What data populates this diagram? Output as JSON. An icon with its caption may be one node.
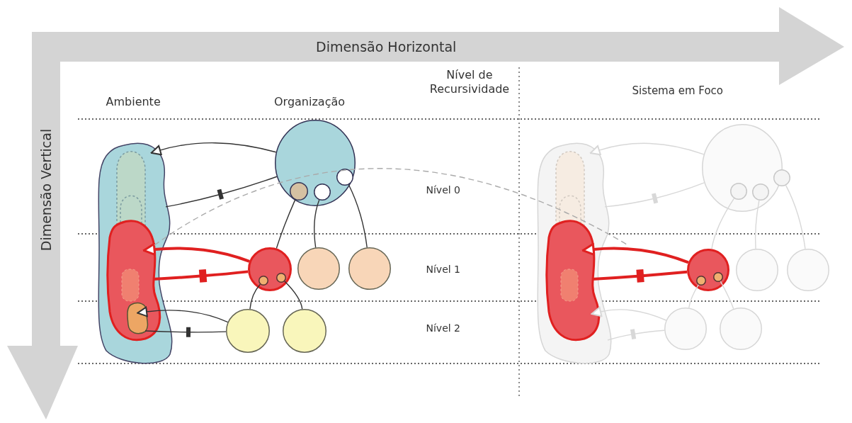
{
  "diagram": {
    "nodes": [
      {
        "text": [],
        "shape": "blob"
      },
      {
        "text": [],
        "shape": "blob",
        "in": 0
      },
      {
        "text": [],
        "shape": "blob",
        "in": 1
      },
      {
        "text": [],
        "shape": "circle"
      },
      {
        "text": [],
        "shape": "circle",
        "in": 3
      },
      {
        "text": [],
        "shape": "circle",
        "in": 3
      },
      {
        "text": [],
        "shape": "circle",
        "in": 3
      },
      {
        "text": [],
        "shape": "circle"
      },
      {
        "text": [],
        "shape": "circle",
        "in": 7
      },
      {
        "text": [],
        "shape": "circle",
        "in": 7
      },
      {
        "text": [],
        "shape": "circle"
      },
      {
        "text": [],
        "shape": "circle"
      },
      {
        "text": [],
        "shape": "circle"
      },
      {
        "text": [],
        "shape": "circle"
      },
      {
        "text": [],
        "shape": "blob"
      },
      {
        "text": [],
        "shape": "blob",
        "in": 14
      },
      {
        "text": [],
        "shape": "circle"
      },
      {
        "text": [],
        "shape": "circle",
        "in": 16
      },
      {
        "text": [],
        "shape": "circle",
        "in": 16
      },
      {
        "text": [],
        "shape": "circle",
        "in": 16
      },
      {
        "text": [],
        "shape": "circle"
      },
      {
        "text": [],
        "shape": "circle",
        "in": 20
      },
      {
        "text": [],
        "shape": "circle",
        "in": 20
      },
      {
        "text": [],
        "shape": "circle"
      },
      {
        "text": [],
        "shape": "circle"
      },
      {
        "text": [],
        "shape": "circle"
      },
      {
        "text": [],
        "shape": "circle"
      }
    ],
    "edges": [
      {
        "from": 3,
        "to": 0,
        "arrow": "to"
      },
      {
        "from": 3,
        "to": 0,
        "arrow": "none"
      },
      {
        "from": 4,
        "to": 7,
        "arrow": "none"
      },
      {
        "from": 5,
        "to": 10,
        "arrow": "none"
      },
      {
        "from": 6,
        "to": 11,
        "arrow": "none"
      },
      {
        "from": 7,
        "to": 1,
        "arrow": "to",
        "style": "thick",
        "color": "#e02020"
      },
      {
        "from": 7,
        "to": 1,
        "arrow": "none",
        "style": "thick",
        "color": "#e02020"
      },
      {
        "from": 8,
        "to": 12,
        "arrow": "none"
      },
      {
        "from": 9,
        "to": 13,
        "arrow": "none"
      },
      {
        "from": 12,
        "to": 2,
        "arrow": "to"
      },
      {
        "from": 12,
        "to": 2,
        "arrow": "none"
      },
      {
        "from": 1,
        "to": null,
        "arrow": "none",
        "style": "dashed",
        "color": "#aaaaaa"
      },
      {
        "from": 16,
        "to": 14,
        "arrow": "to",
        "color": "#d8d8d8"
      },
      {
        "from": 16,
        "to": 14,
        "arrow": "none",
        "color": "#d8d8d8"
      },
      {
        "from": 17,
        "to": 20,
        "arrow": "none",
        "color": "#d8d8d8"
      },
      {
        "from": 18,
        "to": 23,
        "arrow": "none",
        "color": "#d8d8d8"
      },
      {
        "from": 19,
        "to": 24,
        "arrow": "none",
        "color": "#d8d8d8"
      },
      {
        "from": 20,
        "to": 15,
        "arrow": "to",
        "style": "thick",
        "color": "#e02020"
      },
      {
        "from": 20,
        "to": 15,
        "arrow": "none",
        "style": "thick",
        "color": "#e02020"
      },
      {
        "from": 21,
        "to": 25,
        "arrow": "none",
        "color": "#d8d8d8"
      },
      {
        "from": 22,
        "to": 26,
        "arrow": "none",
        "color": "#d8d8d8"
      },
      {
        "from": 25,
        "to": 14,
        "arrow": "to",
        "color": "#d8d8d8"
      },
      {
        "from": 25,
        "to": 14,
        "arrow": "none",
        "color": "#d8d8d8"
      }
    ],
    "labels": [
      "Dimensão Horizontal",
      "Dimensão Vertical",
      "Ambiente",
      "Organização",
      "Nível de Recursividade",
      "Sistema em Foco",
      "Nível 0",
      "Nível 1",
      "Nível 2"
    ]
  }
}
